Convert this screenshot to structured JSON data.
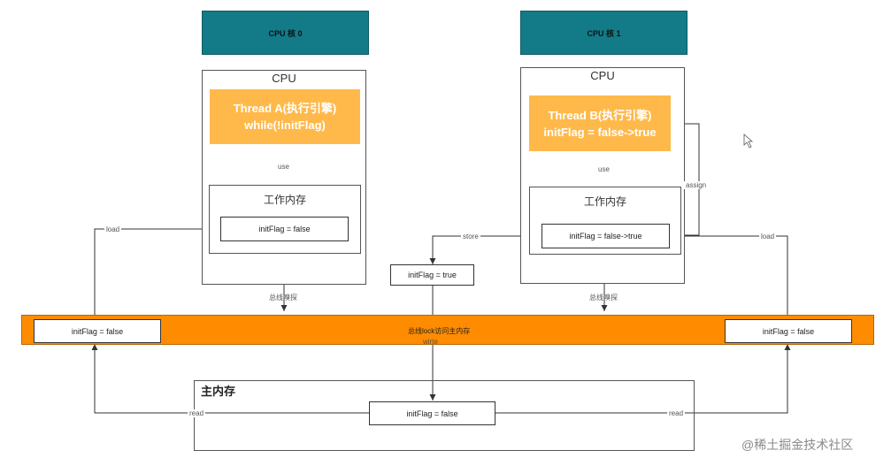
{
  "cores": [
    {
      "label": "CPU 核 0"
    },
    {
      "label": "CPU 核 1"
    }
  ],
  "cpus": [
    {
      "title": "CPU",
      "thread_lines": [
        "Thread A(执行引擎)",
        "while(!initFlag)"
      ],
      "use_label": "use",
      "working_memory": {
        "title": "工作内存",
        "var": "initFlag = false"
      },
      "bus_sniff_label": "总线嗅探"
    },
    {
      "title": "CPU",
      "thread_lines": [
        "Thread B(执行引擎)",
        "initFlag = false->true"
      ],
      "use_label": "use",
      "assign_label": "assign",
      "working_memory": {
        "title": "工作内存",
        "var": "initFlag = false->true"
      },
      "bus_sniff_label": "总线嗅探"
    }
  ],
  "store_label": "store",
  "store_box": "initFlag = true",
  "bus": {
    "label": "总线lock访问主内存",
    "left_box": "initFlag = false",
    "right_box": "initFlag = false",
    "write_label": "wirte"
  },
  "load_left": "load",
  "load_right": "load",
  "main_memory": {
    "title": "主内存",
    "var": "initFlag = false",
    "read_left": "read",
    "read_right": "read"
  },
  "watermark": "@稀土掘金技术社区",
  "colors": {
    "core": "#127b87",
    "thread": "#ffb94a",
    "bus": "#ff8c00"
  }
}
